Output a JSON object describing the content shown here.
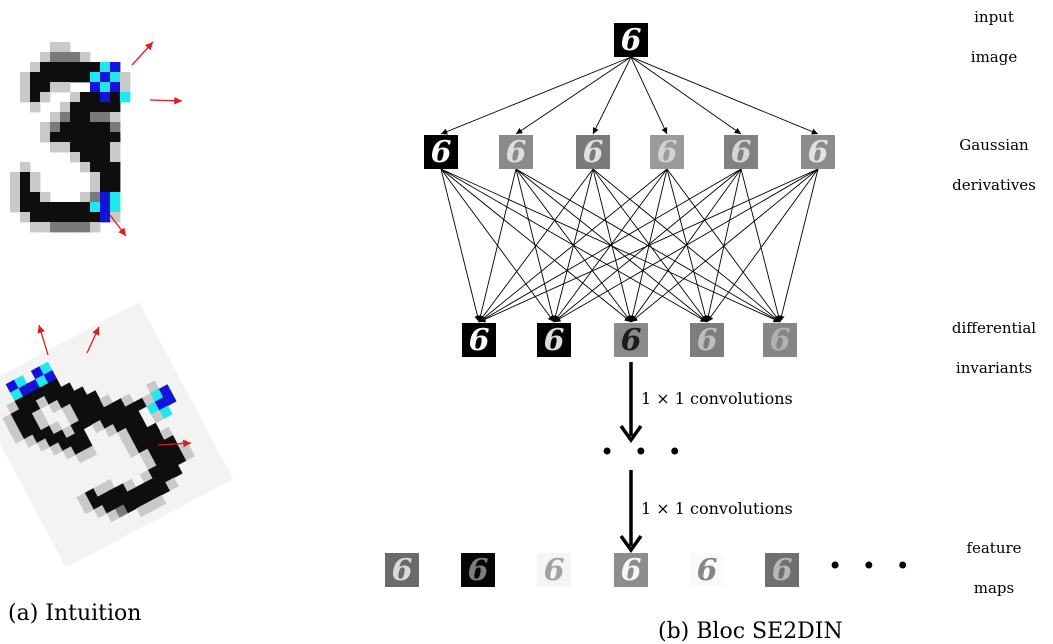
{
  "captions": {
    "left": "(a) Intuition",
    "right": "(b) Bloc SE2DIN"
  },
  "row_labels": {
    "input": [
      "input",
      "image"
    ],
    "gaussian": [
      "Gaussian",
      "derivatives"
    ],
    "invariants": [
      "differential",
      "invariants"
    ],
    "features": [
      "feature",
      "maps"
    ]
  },
  "conv_labels": [
    "1 × 1 convolutions",
    "1 × 1 convolutions"
  ],
  "ellipsis": "• • •",
  "digit_glyph": "6",
  "colors": {
    "arrow_red": "#e11b1b",
    "patch_blue": "#1414d8",
    "patch_cyan": "#22e6ee"
  }
}
